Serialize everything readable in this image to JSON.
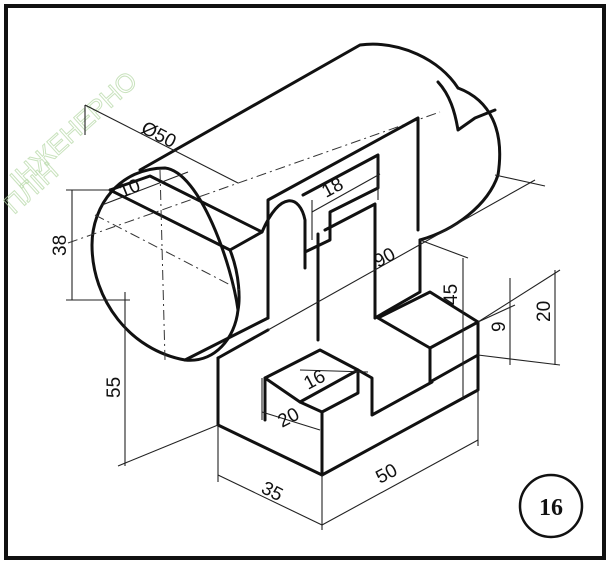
{
  "sheet": {
    "number": "16"
  },
  "watermark": {
    "line1": "ІНЖЕНЕРНО",
    "line2": "ПЛІН"
  },
  "dimensions": {
    "d50": "Ø50",
    "d10": "10",
    "d38": "38",
    "d18": "18",
    "d90": "90",
    "d45": "45",
    "d9": "9",
    "d20_right": "20",
    "d55": "55",
    "d16": "16",
    "d20_bottom": "20",
    "d35": "35",
    "d50_bottom": "50"
  }
}
